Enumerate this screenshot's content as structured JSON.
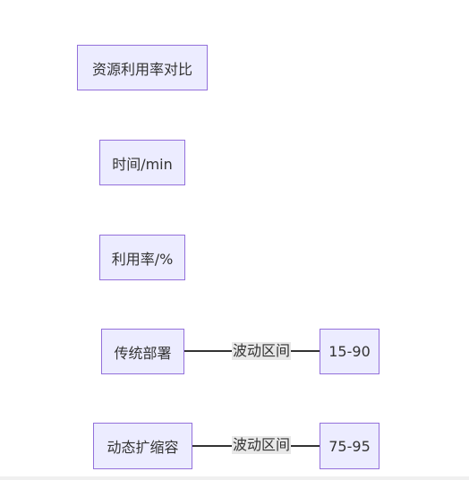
{
  "nodes": {
    "title": "资源利用率对比",
    "time": "时间/min",
    "utilization": "利用率/%",
    "traditional": "传统部署",
    "range_traditional": "15-90",
    "dynamic": "动态扩缩容",
    "range_dynamic": "75-95"
  },
  "edges": {
    "traditional_label": "波动区间",
    "dynamic_label": "波动区间"
  },
  "colors": {
    "node_fill": "#ECECFF",
    "node_border": "#9370DB",
    "line": "#333333",
    "edge_label_bg": "#e8e8e8"
  }
}
